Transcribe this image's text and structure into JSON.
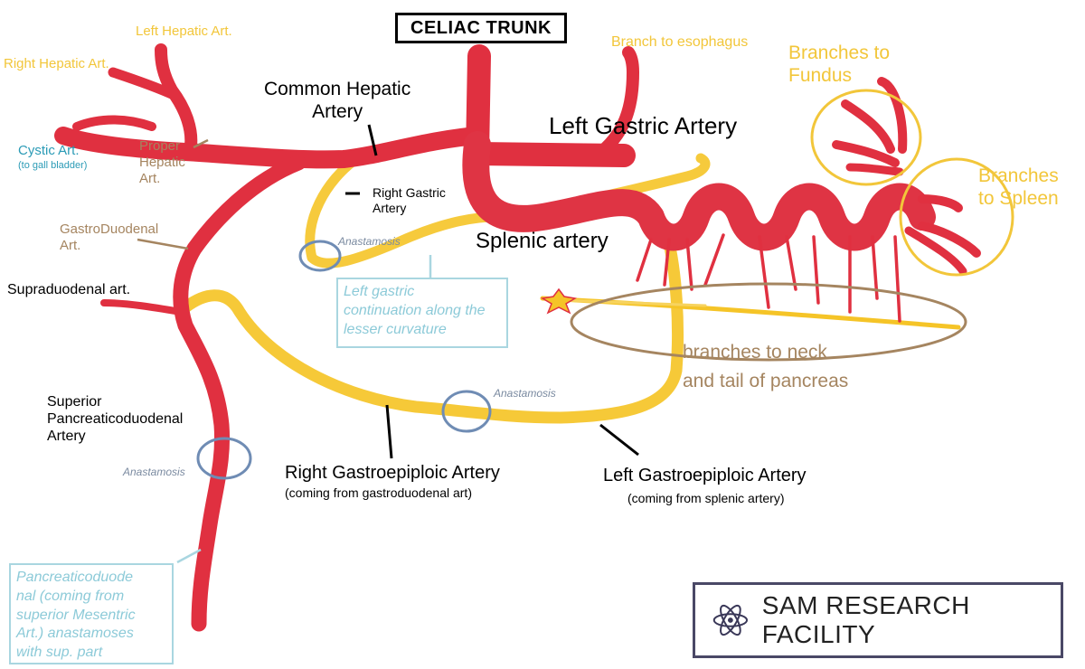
{
  "title": "CELIAC TRUNK",
  "labels": {
    "left_hepatic": "Left Hepatic Art.",
    "right_hepatic": "Right Hepatic Art.",
    "cystic": "Cystic Art.",
    "cystic_sub": "(to gall bladder)",
    "proper_hepatic": "Proper\nHepatic\nArt.",
    "common_hepatic": "Common Hepatic\nArtery",
    "right_gastric": "Right Gastric\nArtery",
    "branch_esophagus": "Branch to esophagus",
    "left_gastric": "Left Gastric Artery",
    "branches_fundus": "Branches to\nFundus",
    "branches_spleen": "Branches\nto Spleen",
    "splenic": "Splenic artery",
    "gastroduodenal": "GastroDuodenal\nArt.",
    "supraduodenal": "Supraduodenal art.",
    "anastomosis_upper": "Anastamosis",
    "anastomosis_middle": "Anastamosis",
    "anastomosis_lower": "Anastamosis",
    "pancreas_branches": "branches to neck\nand tail of pancreas",
    "sup_pancreaticoduodenal": "Superior\nPancreaticoduodenal\nArtery",
    "right_gastroepiploic": "Right Gastroepiploic Artery",
    "right_gastroepiploic_sub": "(coming from gastroduodenal art)",
    "left_gastroepiploic": "Left Gastroepiploic Artery",
    "left_gastroepiploic_sub": "(coming from splenic artery)"
  },
  "notes": {
    "lesser_curvature": "Left gastric\ncontinuation along the\nlesser curvature",
    "pancreaticoduodenal": "Pancreaticoduode\nnal (coming from\nsuperior Mesentric\nArt.) anastamoses\nwith sup. part"
  },
  "brand": {
    "name": "SAM RESEARCH FACILITY",
    "icon": "atom-icon"
  },
  "colors": {
    "artery": "#e03040",
    "artery_dark": "#c8202e",
    "gastroepiploic": "#f5c427",
    "gastroepiploic_light": "#f7d35e",
    "anastomosis_ring": "#6f8cb4",
    "label_yellow": "#f2c63a",
    "label_tan": "#a58560",
    "label_teal": "#2b9bb6",
    "note_blue": "#8ccad8",
    "ellipse_brown": "#a58560",
    "brand_border": "#4a4866"
  }
}
